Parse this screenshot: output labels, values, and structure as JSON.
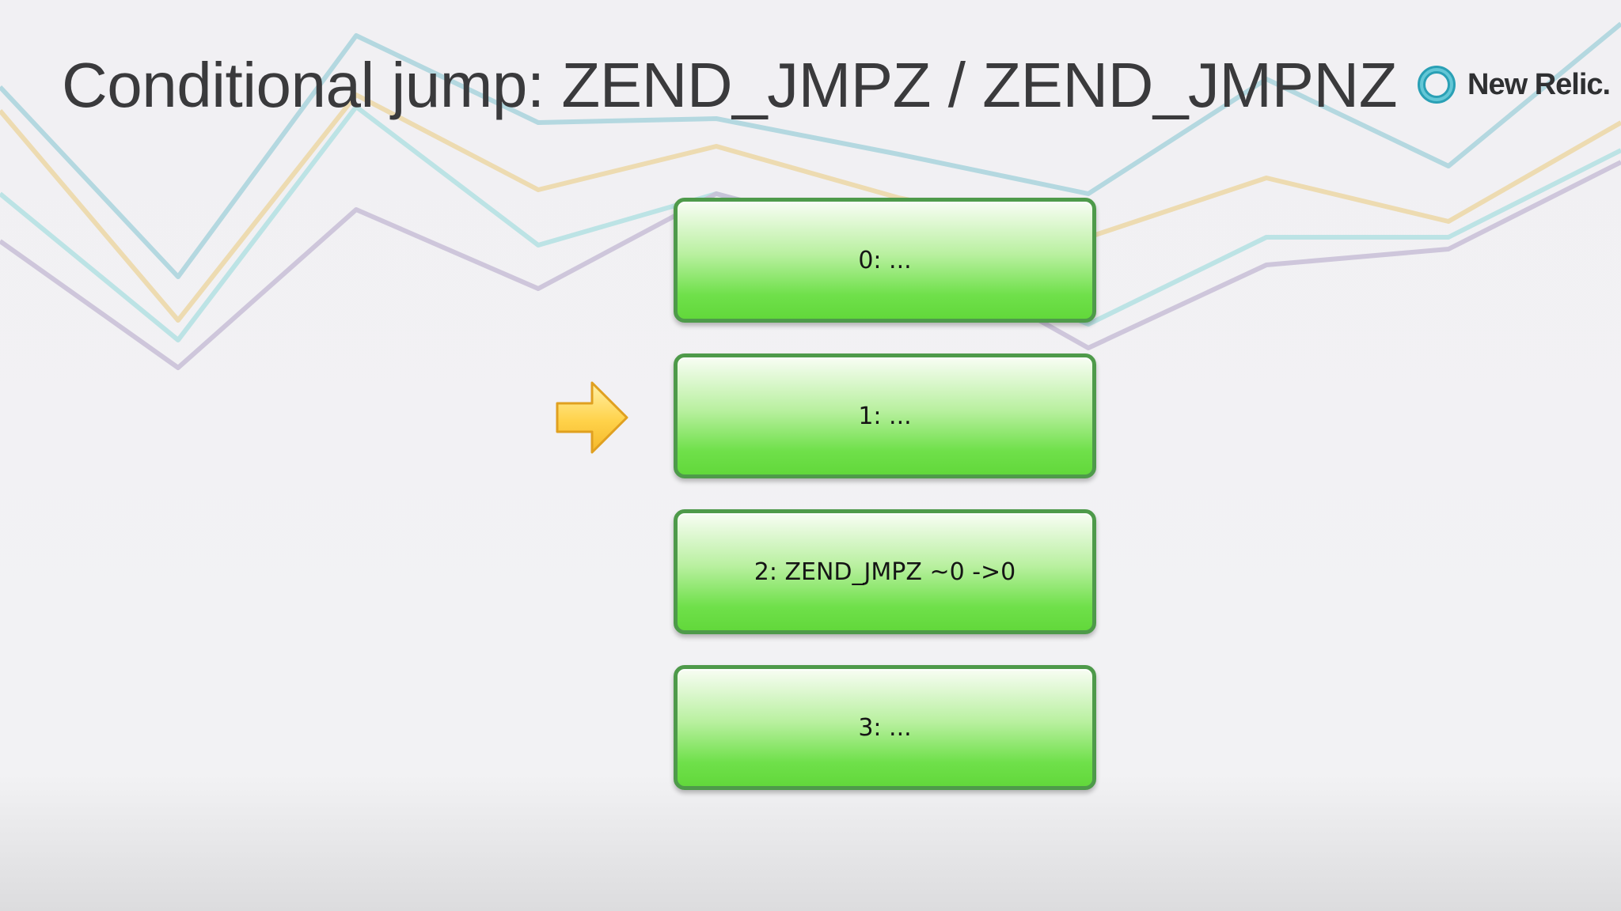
{
  "slide": {
    "title": "Conditional jump: ZEND_JMPZ / ZEND_JMPNZ",
    "logo": {
      "text": "New Relic.",
      "icon": "new-relic-ring-icon"
    }
  },
  "opcodes": [
    {
      "label": "0: ..."
    },
    {
      "label": "1: ..."
    },
    {
      "label": "2: ZEND_JMPZ ~0 ->0"
    },
    {
      "label": "3: ..."
    }
  ],
  "pointer": {
    "icon": "arrow-right-icon",
    "current_index": 1
  },
  "colors": {
    "box_fill_top": "#f8fdf4",
    "box_fill_bottom": "#62d83b",
    "box_border": "#4e9a4a",
    "arrow_fill": "#ffd24a",
    "title": "#3a3a3c"
  }
}
